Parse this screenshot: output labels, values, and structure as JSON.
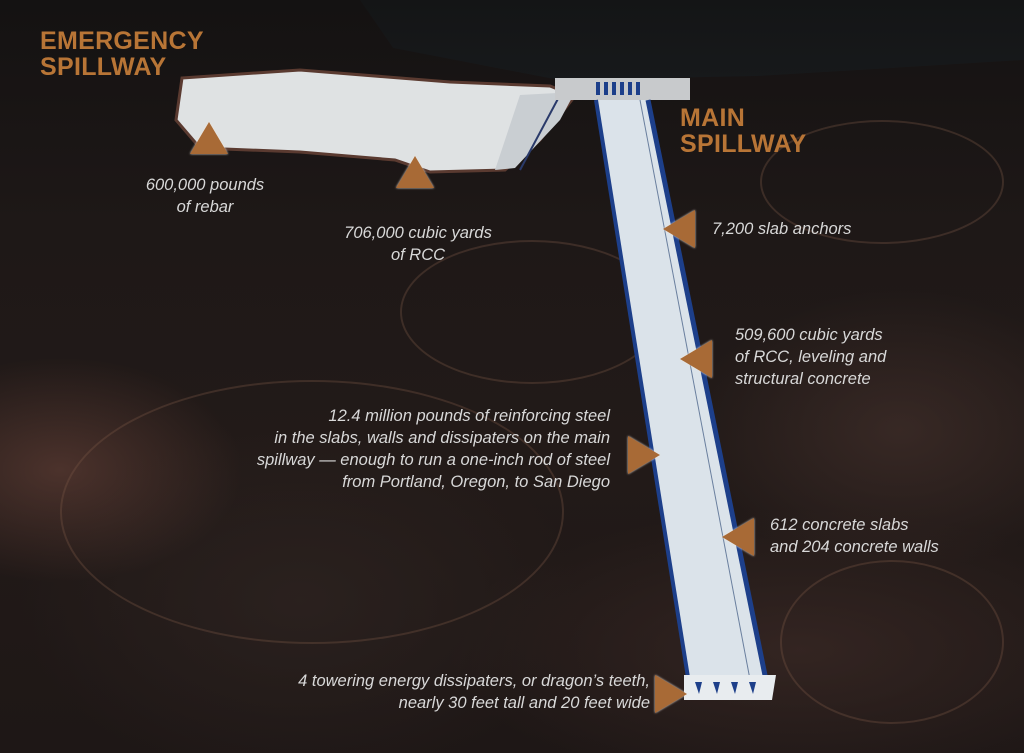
{
  "titles": {
    "emergency_line1": "EMERGENCY",
    "emergency_line2": "SPILLWAY",
    "main_line1": "MAIN",
    "main_line2": "SPILLWAY"
  },
  "annotations": {
    "rebar_line1": "600,000 pounds",
    "rebar_line2": "of rebar",
    "rcc_line1": "706,000 cubic yards",
    "rcc_line2": "of RCC",
    "anchors": "7,200 slab anchors",
    "concrete_line1": "509,600 cubic yards",
    "concrete_line2": "of RCC, leveling and",
    "concrete_line3": "structural concrete",
    "steel_line1": "12.4 million pounds of reinforcing steel",
    "steel_line2": "in the slabs, walls and dissipaters on the main",
    "steel_line3": "spillway — enough to run a one-inch rod of steel",
    "steel_line4": "from Portland, Oregon, to San Diego",
    "slabs_line1": "612 concrete slabs",
    "slabs_line2": "and 204 concrete walls",
    "teeth_line1": "4 towering energy dissipaters, or dragon’s teeth,",
    "teeth_line2": "nearly 30 feet tall and 20 feet wide"
  },
  "colors": {
    "title_orange": "#b87536",
    "marker_brown": "#a86a36",
    "note_text": "#d8d8d8",
    "concrete": "#dfe5ea",
    "channel_wall_blue": "#1d3f8a"
  }
}
